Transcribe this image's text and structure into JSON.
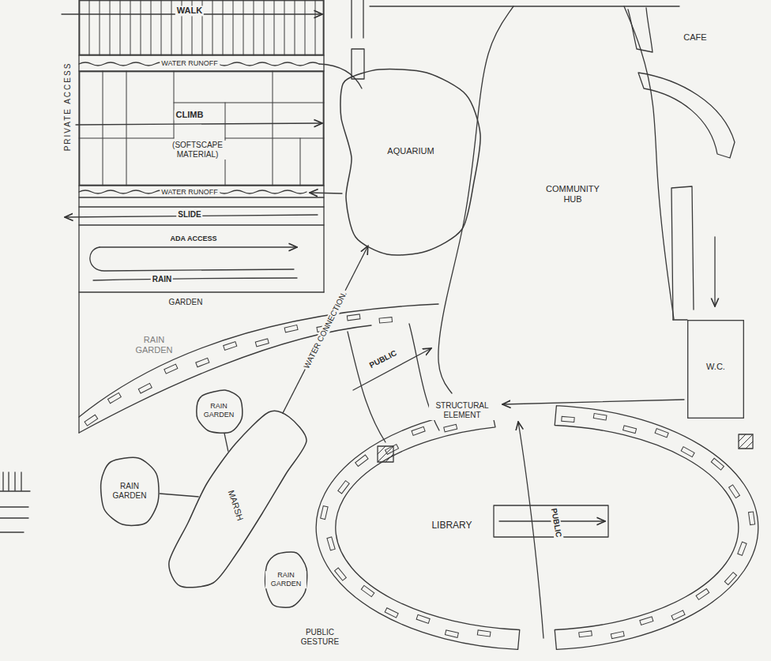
{
  "diagram": {
    "nodes": [
      {
        "text": [
          "WALK"
        ]
      },
      {
        "text": [
          "CLIMB",
          "(SOFTSCAPE MATERIAL)"
        ]
      },
      {
        "text": [
          "AQUARIUM"
        ]
      },
      {
        "text": [
          "COMMUNITY HUB"
        ]
      },
      {
        "text": [
          "W.C."
        ]
      },
      {
        "text": [
          "RAIN GARDEN"
        ]
      },
      {
        "text": [
          "MARSH"
        ]
      },
      {
        "text": [
          "RAIN GARDEN"
        ]
      },
      {
        "text": [
          "RAIN GARDEN"
        ]
      },
      {
        "text": [
          "LIBRARY"
        ]
      }
    ],
    "edges": [
      {
        "from": 6,
        "to": 2,
        "arrow": "to",
        "label": "WATER CONNECTION."
      },
      {
        "from": 5,
        "to": 6,
        "arrow": "none"
      },
      {
        "from": 7,
        "to": 6,
        "arrow": "none"
      }
    ],
    "labels": [
      "PRIVATE ACCESS",
      "WATER RUNOFF",
      "WATER RUNOFF",
      "SLIDE",
      "ADA ACCESS",
      "RAIN",
      "GARDEN",
      "RAIN GARDEN",
      "CAFE",
      "PUBLIC",
      "STRUCTURAL ELEMENT",
      "PUBLIC",
      "PUBLIC GESTURE"
    ]
  }
}
